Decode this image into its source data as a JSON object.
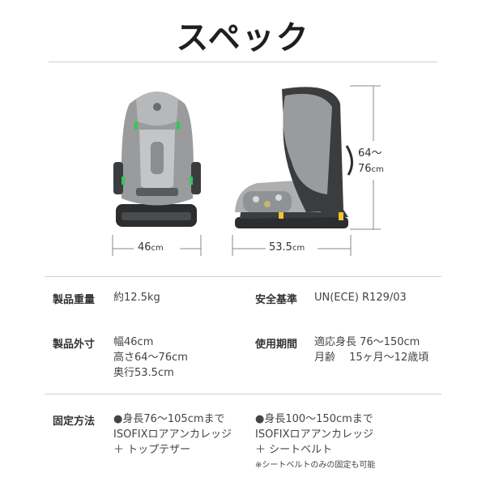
{
  "title": "スペック",
  "dimensions": {
    "width_value": "46",
    "width_unit": "cm",
    "depth_value": "53.5",
    "depth_unit": "cm",
    "height_value_1": "64～",
    "height_value_2": "76",
    "height_unit": "cm"
  },
  "specs": {
    "weight": {
      "label": "製品重量",
      "value": "約12.5kg"
    },
    "safety": {
      "label": "安全基準",
      "value": "UN(ECE)  R129/03"
    },
    "size": {
      "label": "製品外寸",
      "lines": [
        "幅46cm",
        "高さ64～76cm",
        "奥行53.5cm"
      ]
    },
    "period": {
      "label": "使用期間",
      "lines": [
        "適応身長  76～150cm",
        "月齢　 15ヶ月～12歳頃"
      ]
    },
    "fixing": {
      "label": "固定方法",
      "col1": [
        "●身長76～105cmまで",
        "ISOFIXロアアンカレッジ",
        "＋  トップテザー"
      ],
      "col2": [
        "●身長100～150cmまで",
        "ISOFIXロアアンカレッジ",
        "＋  シートベルト"
      ],
      "note": "※シートベルトのみの固定も可能"
    }
  },
  "colors": {
    "seat_gray": "#9a9b9d",
    "seat_dark": "#3b3c3e",
    "accent_green": "#34c759",
    "isofix_yellow": "#f2c230"
  }
}
